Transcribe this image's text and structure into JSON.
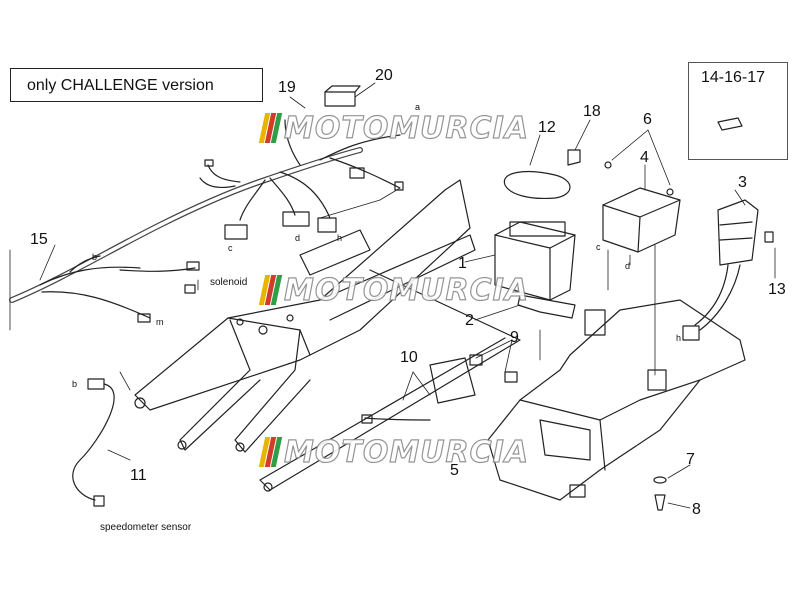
{
  "diagram": {
    "note_box": "only CHALLENGE version",
    "inset_label": "14-16-17",
    "callouts": {
      "c1": "1",
      "c2": "2",
      "c3": "3",
      "c4": "4",
      "c5": "5",
      "c6": "6",
      "c7": "7",
      "c8": "8",
      "c9": "9",
      "c10": "10",
      "c11": "11",
      "c12": "12",
      "c13": "13",
      "c15": "15",
      "c18": "18",
      "c19": "19",
      "c20": "20"
    },
    "notes": {
      "solenoid": "solenoid",
      "speedometer": "speedometer sensor"
    },
    "connector_letters": {
      "a": "a",
      "b": "b",
      "c": "c",
      "d": "d",
      "h": "h",
      "m": "m"
    }
  },
  "watermark": {
    "text": "MOTOMURCIA",
    "bar_colors": [
      "#e8b400",
      "#d13b2a",
      "#2f9e44"
    ],
    "text_color": "#ffffff",
    "stroke_color": "#8a8a8a"
  }
}
